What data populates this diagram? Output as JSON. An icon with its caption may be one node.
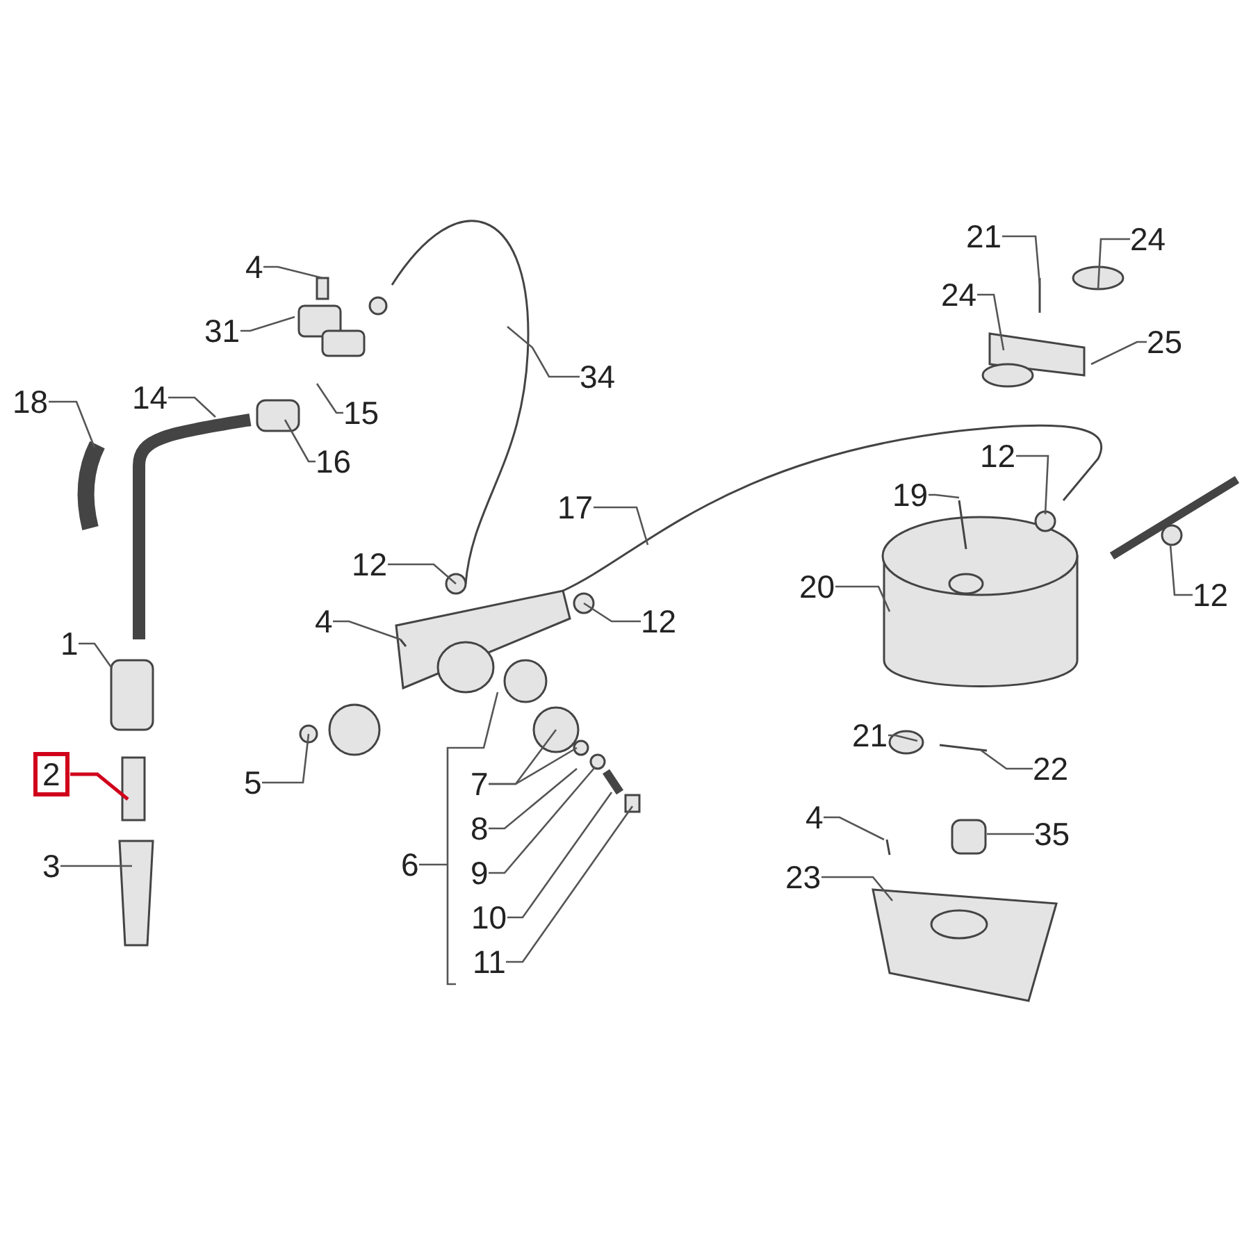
{
  "diagram": {
    "nodes": [
      {
        "text": [
          "4"
        ]
      },
      {
        "text": [
          "31"
        ]
      },
      {
        "text": [
          "21"
        ]
      },
      {
        "text": [
          "24"
        ]
      },
      {
        "text": [
          "24"
        ]
      },
      {
        "text": [
          "25"
        ]
      },
      {
        "text": [
          "34"
        ]
      },
      {
        "text": [
          "18"
        ]
      },
      {
        "text": [
          "14"
        ]
      },
      {
        "text": [
          "15"
        ]
      },
      {
        "text": [
          "16"
        ]
      },
      {
        "text": [
          "12"
        ]
      },
      {
        "text": [
          "19"
        ]
      },
      {
        "text": [
          "17"
        ]
      },
      {
        "text": [
          "12"
        ]
      },
      {
        "text": [
          "12"
        ]
      },
      {
        "text": [
          "20"
        ]
      },
      {
        "text": [
          "12"
        ]
      },
      {
        "text": [
          "4"
        ]
      },
      {
        "text": [
          "1"
        ]
      },
      {
        "text": [
          "21"
        ]
      },
      {
        "text": [
          "22"
        ]
      },
      {
        "text": [
          "2"
        ]
      },
      {
        "text": [
          "5"
        ]
      },
      {
        "text": [
          "7"
        ]
      },
      {
        "text": [
          "8"
        ]
      },
      {
        "text": [
          "9"
        ]
      },
      {
        "text": [
          "4"
        ]
      },
      {
        "text": [
          "35"
        ]
      },
      {
        "text": [
          "3"
        ]
      },
      {
        "text": [
          "6"
        ]
      },
      {
        "text": [
          "23"
        ]
      },
      {
        "text": [
          "10"
        ]
      },
      {
        "text": [
          "11"
        ]
      }
    ],
    "edges": [
      {
        "from": 0,
        "to": null,
        "arrow": "none"
      },
      {
        "from": 1,
        "to": null,
        "arrow": "none"
      },
      {
        "from": 2,
        "to": null,
        "arrow": "none"
      },
      {
        "from": 3,
        "to": null,
        "arrow": "none"
      },
      {
        "from": 4,
        "to": null,
        "arrow": "none"
      },
      {
        "from": 5,
        "to": null,
        "arrow": "none"
      },
      {
        "from": 6,
        "to": null,
        "arrow": "none"
      },
      {
        "from": 7,
        "to": null,
        "arrow": "none"
      },
      {
        "from": 8,
        "to": null,
        "arrow": "none"
      },
      {
        "from": 9,
        "to": null,
        "arrow": "none"
      },
      {
        "from": 10,
        "to": null,
        "arrow": "none"
      },
      {
        "from": 11,
        "to": null,
        "arrow": "none"
      },
      {
        "from": 12,
        "to": null,
        "arrow": "none"
      },
      {
        "from": 13,
        "to": null,
        "arrow": "none"
      },
      {
        "from": 14,
        "to": null,
        "arrow": "none"
      },
      {
        "from": 15,
        "to": null,
        "arrow": "none"
      },
      {
        "from": 16,
        "to": null,
        "arrow": "none"
      },
      {
        "from": 17,
        "to": null,
        "arrow": "none"
      },
      {
        "from": 18,
        "to": null,
        "arrow": "none"
      },
      {
        "from": 19,
        "to": null,
        "arrow": "none"
      },
      {
        "from": 20,
        "to": null,
        "arrow": "none"
      },
      {
        "from": 21,
        "to": null,
        "arrow": "none"
      },
      {
        "from": 22,
        "to": null,
        "arrow": "none",
        "color": "#d0021b"
      },
      {
        "from": 23,
        "to": null,
        "arrow": "none"
      },
      {
        "from": 24,
        "to": null,
        "arrow": "none"
      },
      {
        "from": 24,
        "to": null,
        "arrow": "none"
      },
      {
        "from": 25,
        "to": null,
        "arrow": "none"
      },
      {
        "from": 26,
        "to": null,
        "arrow": "none"
      },
      {
        "from": 27,
        "to": null,
        "arrow": "none"
      },
      {
        "from": 28,
        "to": null,
        "arrow": "none"
      },
      {
        "from": 29,
        "to": null,
        "arrow": "none"
      },
      {
        "from": 30,
        "to": null,
        "arrow": "none"
      },
      {
        "from": 31,
        "to": null,
        "arrow": "none"
      },
      {
        "from": 32,
        "to": null,
        "arrow": "none"
      },
      {
        "from": 33,
        "to": null,
        "arrow": "none"
      }
    ]
  }
}
